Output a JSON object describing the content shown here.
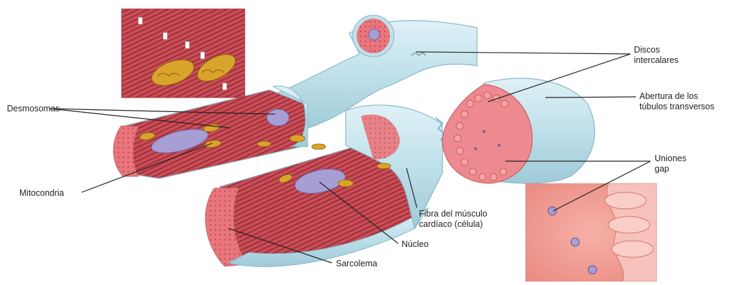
{
  "labels": {
    "desmosomas": "Desmosomas",
    "mitocondria": "Mitocondria",
    "sarcolema": "Sarcolema",
    "nucleo": "Núcleo",
    "fibra": [
      "Fibra del músculo",
      "cardíaco (célula)"
    ],
    "discos": [
      "Discos",
      "intercalares"
    ],
    "abertura": [
      "Abertura de los",
      "túbulos transversos"
    ],
    "uniones": [
      "Uniones",
      "gap"
    ]
  },
  "colors": {
    "sarcolemma": "#bfe0ea",
    "sarcolemma_edge": "#86b7c8",
    "muscle": "#c94e56",
    "muscle_dark": "#9e2f3c",
    "muscle_light": "#ec8a8f",
    "mitochondria": "#d9a42b",
    "nucleus": "#a79fd4",
    "leader": "#222222"
  },
  "icons": [
    "cardiac-fiber-illustration",
    "mitochondria-inset",
    "gap-junction-inset"
  ]
}
